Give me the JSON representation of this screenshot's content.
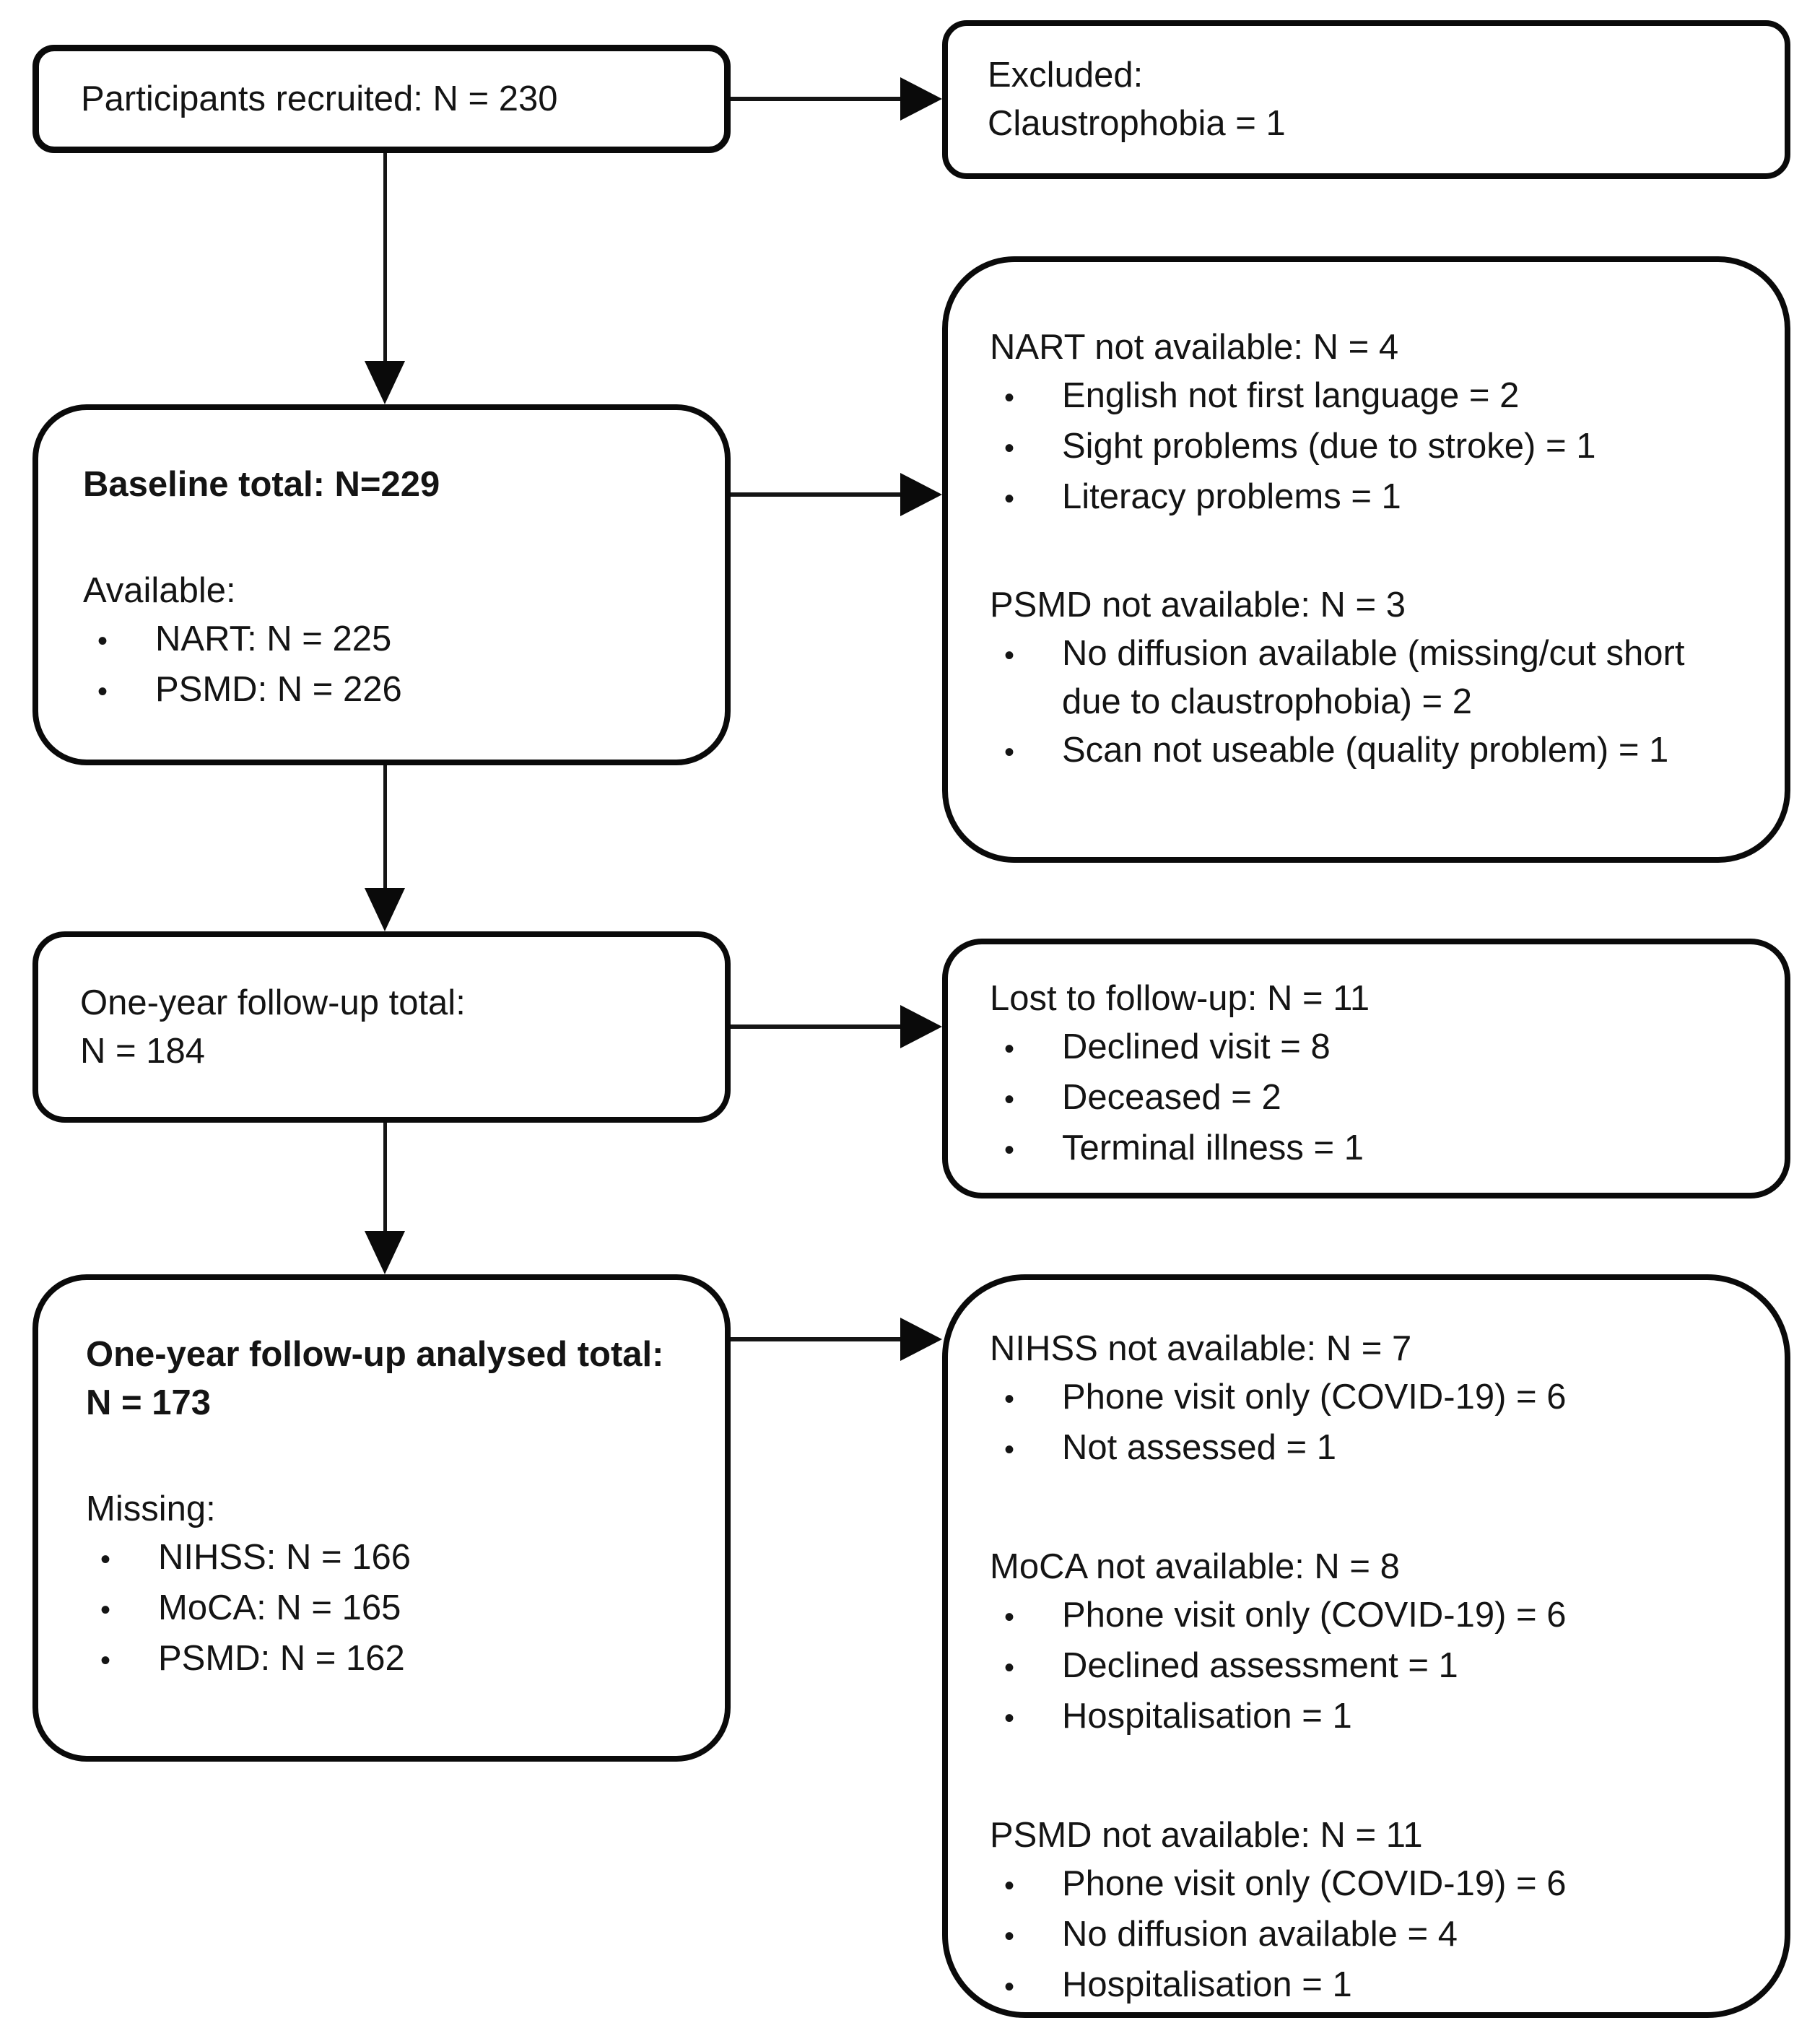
{
  "boxes": {
    "recruited": {
      "line1": "Participants recruited: N = 230"
    },
    "excluded": {
      "line1": "Excluded:",
      "line2": "Claustrophobia = 1"
    },
    "baseline": {
      "title": "Baseline total: N=229",
      "list_label": "Available:",
      "bullets": [
        "NART: N = 225",
        "PSMD: N = 226"
      ]
    },
    "baseline_exclusions": {
      "sections": [
        {
          "heading": "NART not available: N = 4",
          "bullets": [
            "English not first language = 2",
            "Sight problems (due to stroke) = 1",
            "Literacy problems = 1"
          ]
        },
        {
          "heading": "PSMD not available: N = 3",
          "bullets": [
            "No diffusion available (missing/cut short due to claustrophobia) = 2",
            "Scan not useable (quality problem) = 1"
          ]
        }
      ]
    },
    "one_year": {
      "line1": "One-year follow-up total:",
      "line2": "N = 184"
    },
    "lost": {
      "heading": "Lost to follow-up: N = 11",
      "bullets": [
        "Declined visit = 8",
        "Deceased = 2",
        "Terminal illness = 1"
      ]
    },
    "analysed": {
      "title": "One-year follow-up analysed total: N = 173",
      "list_label": "Missing:",
      "bullets": [
        "NIHSS: N = 166",
        "MoCA: N = 165",
        "PSMD: N = 162"
      ]
    },
    "analysed_exclusions": {
      "sections": [
        {
          "heading": "NIHSS not available: N = 7",
          "bullets": [
            "Phone visit only (COVID-19) = 6",
            "Not assessed = 1"
          ]
        },
        {
          "heading": "MoCA not available: N = 8",
          "bullets": [
            "Phone visit only (COVID-19) = 6",
            "Declined assessment = 1",
            "Hospitalisation = 1"
          ]
        },
        {
          "heading": "PSMD not available: N = 11",
          "bullets": [
            "Phone visit only (COVID-19) = 6",
            "No diffusion available = 4",
            "Hospitalisation = 1"
          ]
        }
      ]
    }
  }
}
